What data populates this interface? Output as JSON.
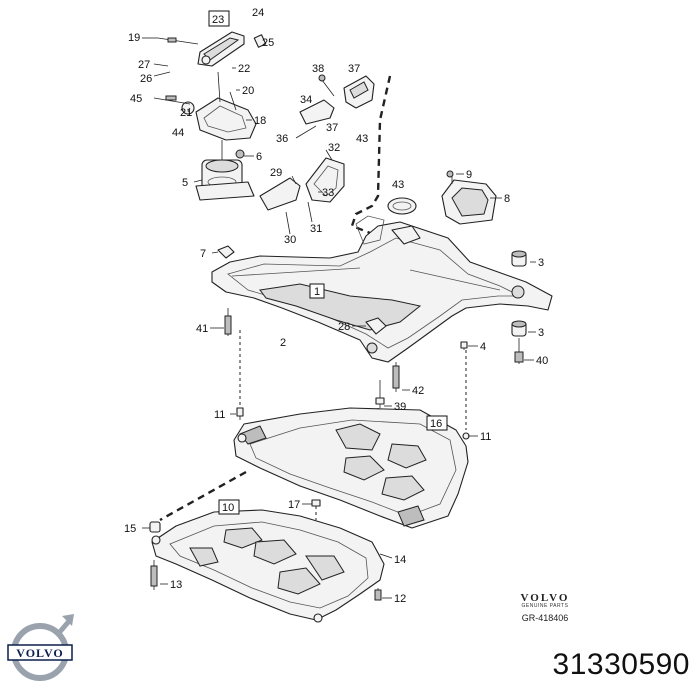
{
  "diagram": {
    "callouts": {
      "c1": "1",
      "c2": "2",
      "c3a": "3",
      "c3b": "3",
      "c4": "4",
      "c5": "5",
      "c6": "6",
      "c7": "7",
      "c8": "8",
      "c9": "9",
      "c10": "10",
      "c11a": "11",
      "c11b": "11",
      "c12": "12",
      "c13": "13",
      "c14": "14",
      "c15": "15",
      "c16": "16",
      "c17": "17",
      "c18": "18",
      "c19": "19",
      "c20": "20",
      "c21": "21",
      "c22": "22",
      "c23": "23",
      "c24": "24",
      "c25": "25",
      "c26": "26",
      "c27": "27",
      "c28": "28",
      "c29": "29",
      "c30": "30",
      "c31": "31",
      "c32": "32",
      "c33": "33",
      "c34": "34",
      "c36": "36",
      "c37a": "37",
      "c37b": "37",
      "c38": "38",
      "c39": "39",
      "c40": "40",
      "c41": "41",
      "c42": "42",
      "c43a": "43",
      "c43b": "43",
      "c44": "44",
      "c45": "45"
    }
  },
  "brand": {
    "wordmark": "VOLVO",
    "tagline": "GENUINE PARTS",
    "figure_ref": "GR-418406",
    "logo_text": "VOLVO"
  },
  "part_number": "31330590",
  "colors": {
    "logo_blue": "#0b1f4a",
    "logo_steel": "#9aa3ad",
    "line": "#222222"
  }
}
